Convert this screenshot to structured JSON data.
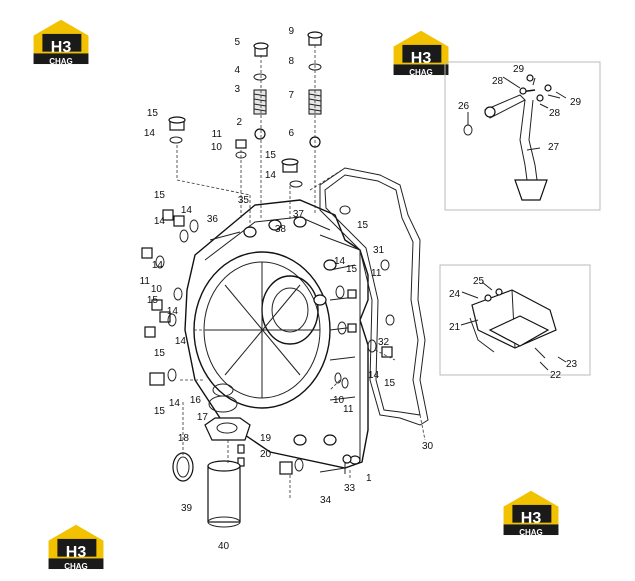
{
  "logo": {
    "top_text": "H3",
    "bottom_text": "CHAG",
    "colors": {
      "yellow": "#f2c200",
      "black": "#1a1a1a",
      "white": "#ffffff"
    }
  },
  "labels": {
    "n1": "1",
    "n2": "2",
    "n3": "3",
    "n4": "4",
    "n5": "5",
    "n6": "6",
    "n7": "7",
    "n8": "8",
    "n9": "9",
    "n10": "10",
    "n11": "11",
    "n14": "14",
    "n15": "15",
    "n16": "16",
    "n17": "17",
    "n18": "18",
    "n19": "19",
    "n20": "20",
    "n21": "21",
    "n22": "22",
    "n23": "23",
    "n24": "24",
    "n25": "25",
    "n26": "26",
    "n27": "27",
    "n28": "28",
    "n29": "29",
    "n30": "30",
    "n31": "31",
    "n32": "32",
    "n33": "33",
    "n34": "34",
    "n35": "35",
    "n36": "36",
    "n37": "37",
    "n38": "38",
    "n39": "39",
    "n40": "40"
  }
}
